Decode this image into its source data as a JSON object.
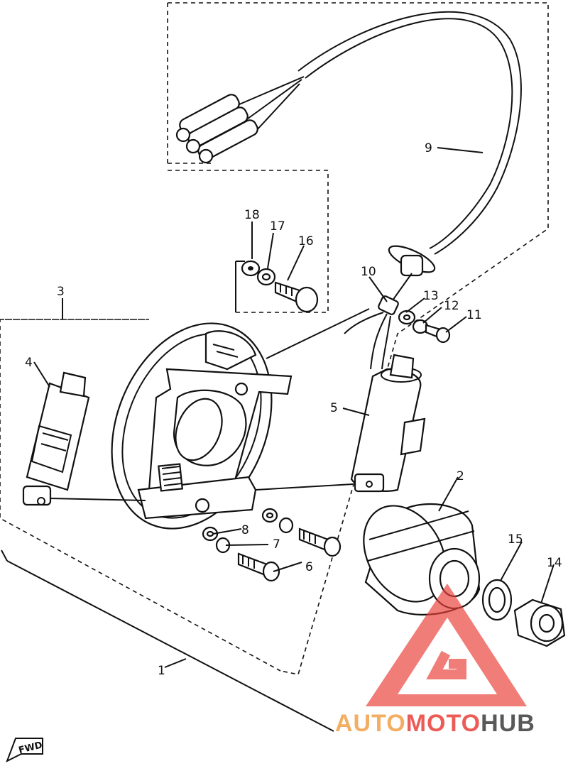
{
  "callouts": {
    "c1": "1",
    "c2": "2",
    "c3": "3",
    "c4": "4",
    "c5": "5",
    "c6": "6",
    "c7": "7",
    "c8": "8",
    "c9": "9",
    "c10": "10",
    "c11": "11",
    "c12": "12",
    "c13": "13",
    "c14": "14",
    "c15": "15",
    "c16": "16",
    "c17": "17",
    "c18": "18"
  },
  "fwd_label": "FWD",
  "watermark": {
    "part1": "AUTO",
    "part2": "MOTO",
    "part3": "HUB",
    "color_light": "#f2a14a",
    "color_red": "#e8403a",
    "color_dark": "#3b3b3b"
  }
}
